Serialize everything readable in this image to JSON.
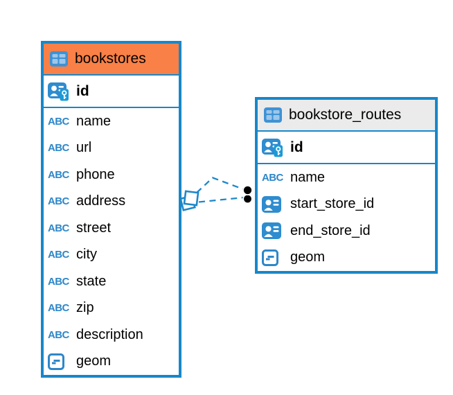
{
  "diagram": {
    "type": "entity-relationship-diagram",
    "background_color": "#ffffff",
    "accent_blue": "#1787C9",
    "relationship_line_color": "#1D88C9",
    "relationship_line_style": "dashed",
    "icon_labels": {
      "text_abc": "ABC"
    },
    "tables": [
      {
        "name": "bookstores",
        "header_color": "#F98046",
        "header_icon": "table-icon",
        "primary_keys": [
          {
            "name": "id",
            "icon": "primary-key-user-icon"
          }
        ],
        "columns": [
          {
            "name": "name",
            "icon": "text-abc-icon"
          },
          {
            "name": "url",
            "icon": "text-abc-icon"
          },
          {
            "name": "phone",
            "icon": "text-abc-icon"
          },
          {
            "name": "address",
            "icon": "text-abc-icon"
          },
          {
            "name": "street",
            "icon": "text-abc-icon"
          },
          {
            "name": "city",
            "icon": "text-abc-icon"
          },
          {
            "name": "state",
            "icon": "text-abc-icon"
          },
          {
            "name": "zip",
            "icon": "text-abc-icon"
          },
          {
            "name": "description",
            "icon": "text-abc-icon"
          },
          {
            "name": "geom",
            "icon": "geometry-icon"
          }
        ]
      },
      {
        "name": "bookstore_routes",
        "header_color": "#EBEBEB",
        "header_icon": "table-icon",
        "primary_keys": [
          {
            "name": "id",
            "icon": "primary-key-user-icon"
          }
        ],
        "columns": [
          {
            "name": "name",
            "icon": "text-abc-icon"
          },
          {
            "name": "start_store_id",
            "icon": "foreign-key-user-icon"
          },
          {
            "name": "end_store_id",
            "icon": "foreign-key-user-icon"
          },
          {
            "name": "geom",
            "icon": "geometry-icon"
          }
        ]
      }
    ],
    "relationships": [
      {
        "from_table": "bookstores",
        "to_table": "bookstore_routes",
        "to_column": "start_store_id",
        "style": "dashed"
      },
      {
        "from_table": "bookstores",
        "to_table": "bookstore_routes",
        "to_column": "end_store_id",
        "style": "dashed"
      }
    ]
  }
}
